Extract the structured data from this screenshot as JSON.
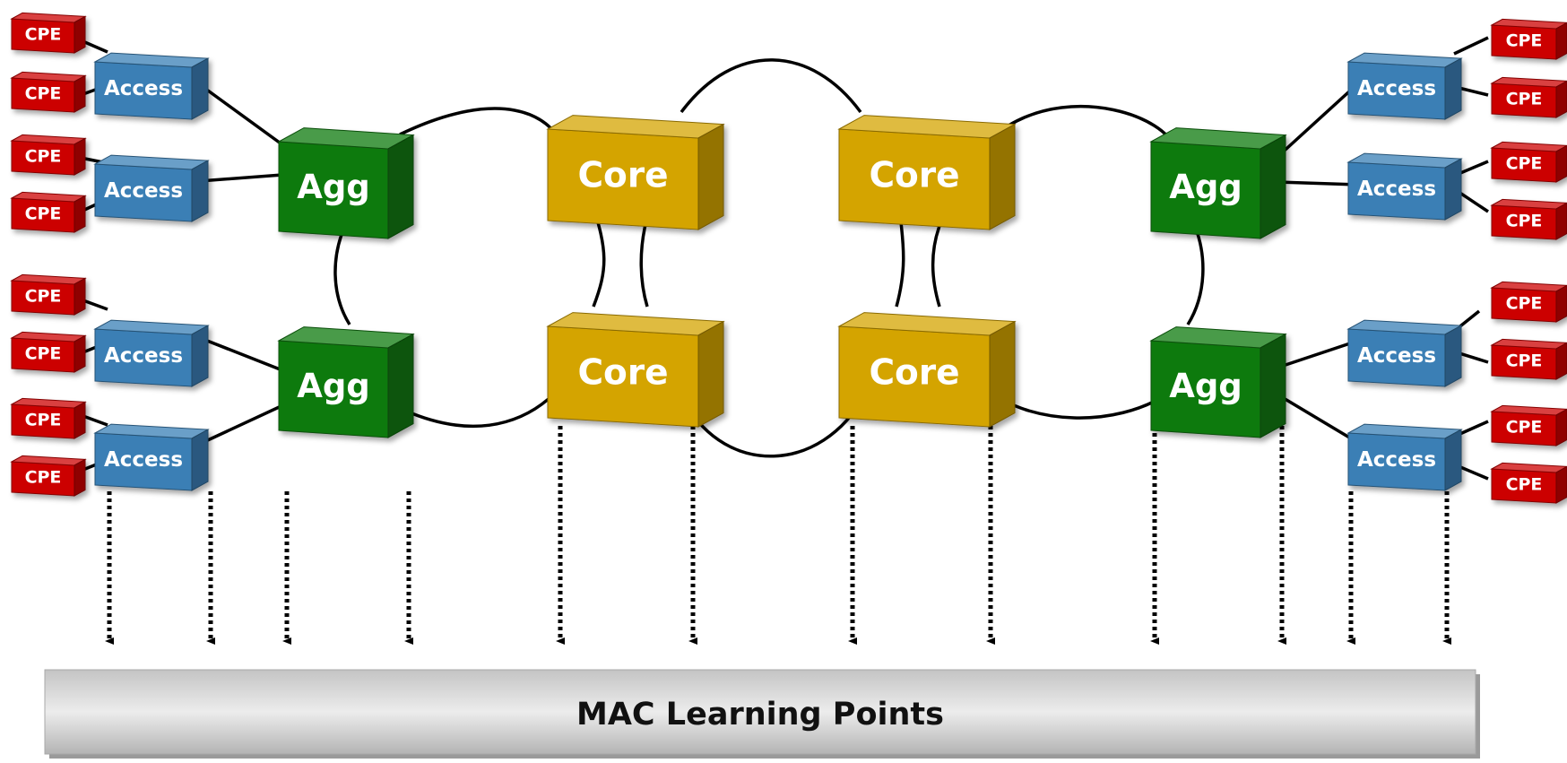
{
  "labels": {
    "cpe": "CPE",
    "access": "Access",
    "agg": "Agg",
    "core": "Core"
  },
  "banner": {
    "text": "MAC Learning Points"
  },
  "colors": {
    "cpe": "#cc0000",
    "access": "#3a7fb5",
    "agg": "#0c7a0c",
    "core": "#d4a400",
    "line": "#000000",
    "banner": "#d0d0d0"
  },
  "icons": {
    "node": "3d-box-icon",
    "arrow": "dotted-down-arrow-icon"
  }
}
